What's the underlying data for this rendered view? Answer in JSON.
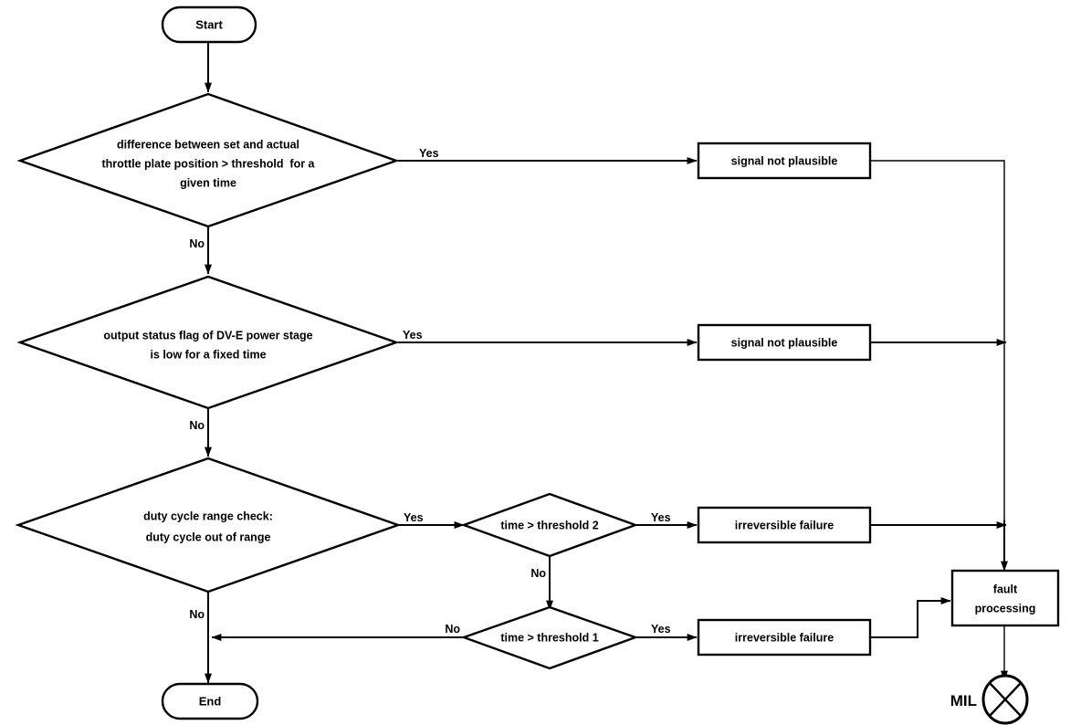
{
  "diagram": {
    "title": "Electronic throttle (DV-E) diagnostic flowchart",
    "colors": {
      "stroke": "#000000",
      "fill": "#ffffff",
      "text": "#000000"
    }
  },
  "nodes": {
    "start": {
      "label": "Start",
      "type": "terminator"
    },
    "end": {
      "label": "End",
      "type": "terminator"
    },
    "decision1": {
      "type": "decision",
      "lines": [
        "difference between set and actual",
        "throttle plate position > threshold  for a",
        "given time"
      ]
    },
    "decision2": {
      "type": "decision",
      "lines": [
        "output status flag of DV-E power stage",
        "is low for a fixed time"
      ]
    },
    "decision3": {
      "type": "decision",
      "lines": [
        "duty cycle range check:",
        "duty cycle out of range"
      ]
    },
    "decision_t2": {
      "type": "decision",
      "lines": [
        "time > threshold 2"
      ]
    },
    "decision_t1": {
      "type": "decision",
      "lines": [
        "time > threshold 1"
      ]
    },
    "process1": {
      "type": "process",
      "label": "signal not plausible"
    },
    "process2": {
      "type": "process",
      "label": "signal not plausible"
    },
    "process3": {
      "type": "process",
      "label": "irreversible failure"
    },
    "process4": {
      "type": "process",
      "label": "irreversible failure"
    },
    "fault": {
      "type": "process",
      "lines": [
        "fault",
        "processing"
      ]
    },
    "mil": {
      "type": "indicator",
      "label": "MIL"
    }
  },
  "edges": {
    "d1_yes": "Yes",
    "d1_no": "No",
    "d2_yes": "Yes",
    "d2_no": "No",
    "d3_yes": "Yes",
    "d3_no": "No",
    "t2_yes": "Yes",
    "t2_no": "No",
    "t1_yes": "Yes",
    "t1_no": "No"
  }
}
